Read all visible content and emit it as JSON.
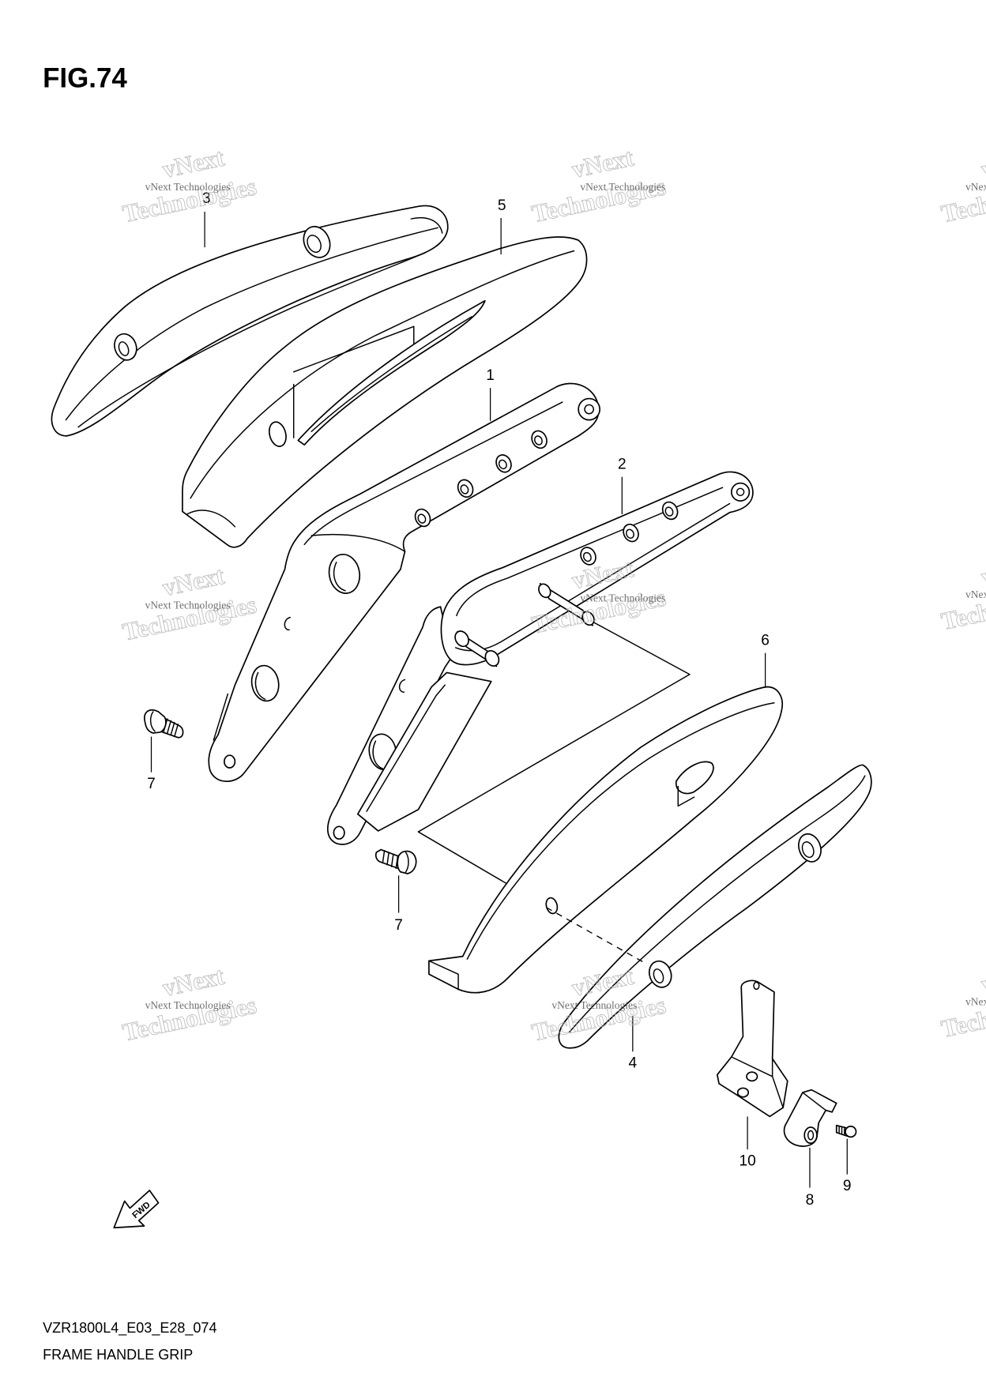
{
  "figure": {
    "title": "FIG.74"
  },
  "callouts": {
    "part_3": "3",
    "part_5": "5",
    "part_1": "1",
    "part_2": "2",
    "part_6": "6",
    "part_7_left": "7",
    "part_7_center": "7",
    "part_4": "4",
    "part_10": "10",
    "part_8": "8",
    "part_9": "9"
  },
  "fwd_marker": "FWD",
  "footer": {
    "code": "VZR1800L4_E03_E28_074",
    "caption": "FRAME HANDLE GRIP"
  },
  "watermark": {
    "line": "vNext Technologies",
    "large_top": "vNext",
    "large_bottom": "Technologies"
  }
}
